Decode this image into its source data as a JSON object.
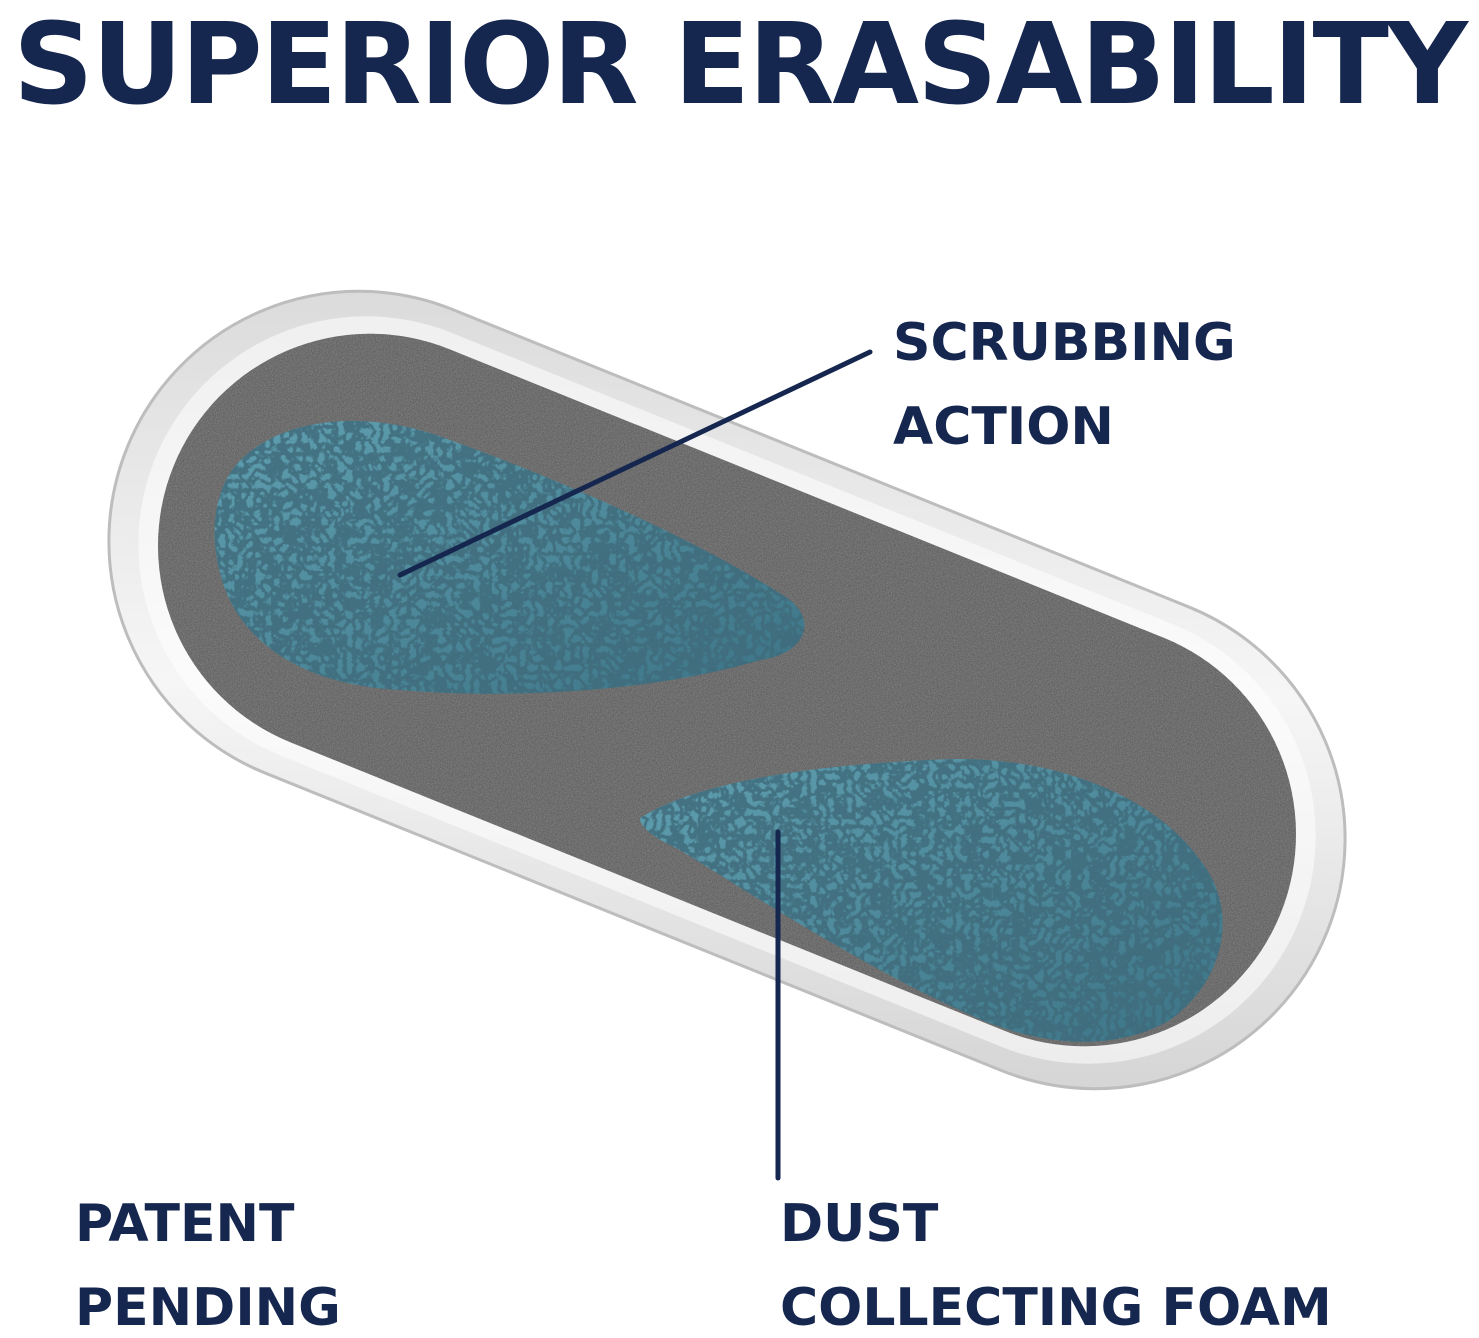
{
  "headline": "SUPERIOR ERASABILITY",
  "callouts": {
    "scrubbing": {
      "line1": "SCRUBBING",
      "line2": "ACTION"
    },
    "patent": {
      "line1": "PATENT",
      "line2": "PENDING"
    },
    "dust": {
      "line1": "DUST",
      "line2": "COLLECTING FOAM"
    }
  },
  "colors": {
    "brand_navy": "#15264f",
    "felt_gray": "#5a5a5a",
    "foam_teal": "#4b8a9a",
    "shell_white": "#f4f4f4"
  }
}
